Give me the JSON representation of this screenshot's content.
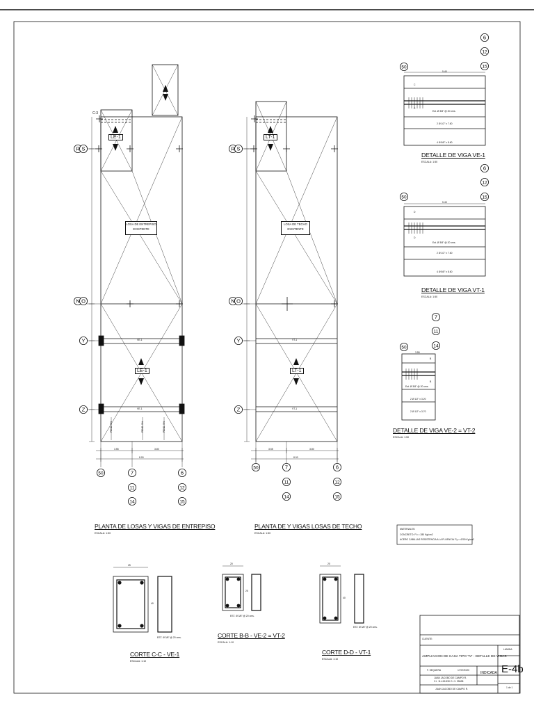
{
  "plans": [
    {
      "title": "PLANTA DE LOSAS Y VIGAS DE ENTREPISO",
      "scale": "ESCALA: 1:50",
      "existing_slab": [
        "LOSA DE ENTREPISO",
        "EXISTENTE"
      ],
      "slab_tags": [
        "LE-1",
        "LE-1"
      ],
      "beam_tags": [
        "VE-1",
        "VE-1"
      ],
      "slope_notes": [
        "PEND. 5%",
        "PEND. 5%",
        "PEND. 5%"
      ],
      "dims": [
        "3.55",
        "3.80",
        "8.00"
      ]
    },
    {
      "title": "PLANTA DE Y VIGAS LOSAS DE TECHO",
      "scale": "ESCALA: 1:50",
      "existing_slab": [
        "LOSA DE TECHO",
        "EXISTENTE"
      ],
      "slab_tags": [
        "LT-1",
        "LT-1"
      ],
      "beam_tags": [
        "VT-1",
        "VT-1"
      ],
      "slope_notes": [],
      "dims": [
        "3.55",
        "3.80",
        "8.00"
      ]
    }
  ],
  "axes": {
    "left": [
      "R",
      "S",
      "N",
      "O",
      "Y",
      "Z"
    ],
    "bottom": [
      "50",
      "7",
      "11",
      "14",
      "6",
      "12",
      "15"
    ],
    "corner": "C-3"
  },
  "beam_details": [
    {
      "title": "DETALLE DE VIGA VE-1",
      "scale": "ESCALA: 1:50",
      "axes": [
        "50",
        "6",
        "12",
        "15"
      ],
      "cut": "C",
      "length": "5.45",
      "stirrups": "Est. Ø 3/8\" @ 20 cms.",
      "bars_top": "2 Ø 1/2\" x 7.60",
      "bars_bottom": "4 Ø 5/8\" x 8.60"
    },
    {
      "title": "DETALLE DE VIGA VT-1",
      "scale": "ESCALA: 1:50",
      "axes": [
        "50",
        "6",
        "12",
        "15"
      ],
      "cut": "D",
      "length": "5.45",
      "stirrups": "Est. Ø 3/8\" @ 20 cms.",
      "bars_top": "2 Ø 1/2\" x 7.60",
      "bars_bottom": "4 Ø 5/8\" x 8.60"
    },
    {
      "title": "DETALLE DE VIGA VE-2 = VT-2",
      "scale": "ESCALA: 1:50",
      "axes": [
        "50",
        "7",
        "11",
        "14"
      ],
      "cut": "B",
      "length": "3.55",
      "stirrups": "Est. Ø 3/8\" @ 20 cms.",
      "bars_top": "2 Ø 1/2\" x 3.20",
      "bars_bottom": "2 Ø 1/2\" x 3.70"
    }
  ],
  "sections": [
    {
      "title": "CORTE C-C - VE-1",
      "scale": "ESCALA: 1:10",
      "width": "25",
      "height": "40",
      "note": "EST. Ø 3/8\" @ 20 cms."
    },
    {
      "title": "CORTE B-B - VE-2 = VT-2",
      "scale": "ESCALA: 1:10",
      "width": "20",
      "height": "25",
      "note": "EST. Ø 3/8\" @ 20 cms."
    },
    {
      "title": "CORTE D-D - VT-1",
      "scale": "ESCALA: 1:10",
      "width": "20",
      "height": "40",
      "note": "EST. Ø 3/8\" @ 20 cms."
    }
  ],
  "materials": {
    "heading": "MATERIALES:",
    "lines": [
      "CONCRETO: F'c = 280 Kg/cm2",
      "ACERO CABILLAS RESISTENCIA A LA FLUENCIA F'y = 4200 Kg/cm2"
    ]
  },
  "title_block": {
    "client_label": "CLIENTE:",
    "project": "AMPLIACION DE CASA TIPO \"N\" - DETALLE DE VIGAS",
    "drawn_by": "F. SEQUERA",
    "date": "17/07/2020",
    "scale_value": "INDICADA",
    "engineer_lines": [
      "JUAN JACOBO DE CAMPO R.",
      "C.I. 11.415.530  C.I.V. 95638"
    ],
    "engineer_name": "JUAN JACOBO DE CAMPO R.",
    "sheet_label": "LAMINA",
    "sheet": "E-4b",
    "sheet_count": "1   de   1"
  }
}
